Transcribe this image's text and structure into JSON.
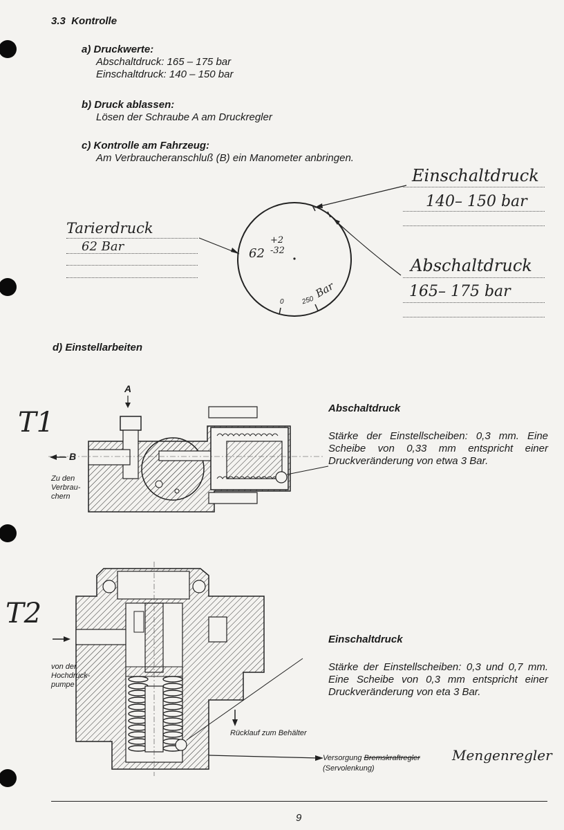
{
  "section": {
    "number": "3.3",
    "title": "Kontrolle"
  },
  "items": {
    "a": {
      "label": "a)",
      "title": "Druckwerte:",
      "lines": [
        "Abschaltdruck: 165 – 175 bar",
        "Einschaltdruck: 140 – 150 bar"
      ]
    },
    "b": {
      "label": "b)",
      "title": "Druck ablassen:",
      "lines": [
        "Lösen der Schraube A am Druckregler"
      ]
    },
    "c": {
      "label": "c)",
      "title": "Kontrolle am Fahrzeug:",
      "lines": [
        "Am Verbraucheranschluß (B) ein Manometer anbringen."
      ]
    },
    "d": {
      "label": "d)",
      "title": "Einstellarbeiten"
    }
  },
  "gauge": {
    "zero_label": "0",
    "max_label": "250",
    "unit_label": "Bar",
    "reading": "62",
    "tolerance_plus": "+2",
    "tolerance_minus": "-32"
  },
  "handwriting": {
    "einschalt_label": "Einschaltdruck",
    "einschalt_value": "140– 150 bar",
    "abschalt_label": "Abschaltdruck",
    "abschalt_value": "165– 175 bar",
    "tarier_label": "Tarierdruck",
    "tarier_value": "62 Bar",
    "t1": "T1",
    "t2": "T2",
    "mengenregler": "Mengenregler"
  },
  "figure1": {
    "label_a": "A",
    "label_b": "B",
    "zu_den": [
      "Zu den",
      "Verbrau-",
      "chern"
    ],
    "heading": "Abschaltdruck",
    "text": "Stärke der Einstellscheiben: 0,3 mm. Eine Scheibe von 0,33 mm entspricht einer Druckveränderung von etwa 3 Bar."
  },
  "figure2": {
    "von_der": [
      "von der",
      "Hochdruck-",
      "pumpe"
    ],
    "ruecklauf": "Rücklauf zum Behälter",
    "versorgung": "Versorgung",
    "versorgung_struck": "Bremskraftregler",
    "servolenkung": "(Servolenkung)",
    "heading": "Einschaltdruck",
    "text": "Stärke der Einstellscheiben: 0,3 und 0,7 mm. Eine Scheibe von 0,3 mm entspricht einer Druckveränderung von eta 3 Bar."
  },
  "page_number": "9"
}
